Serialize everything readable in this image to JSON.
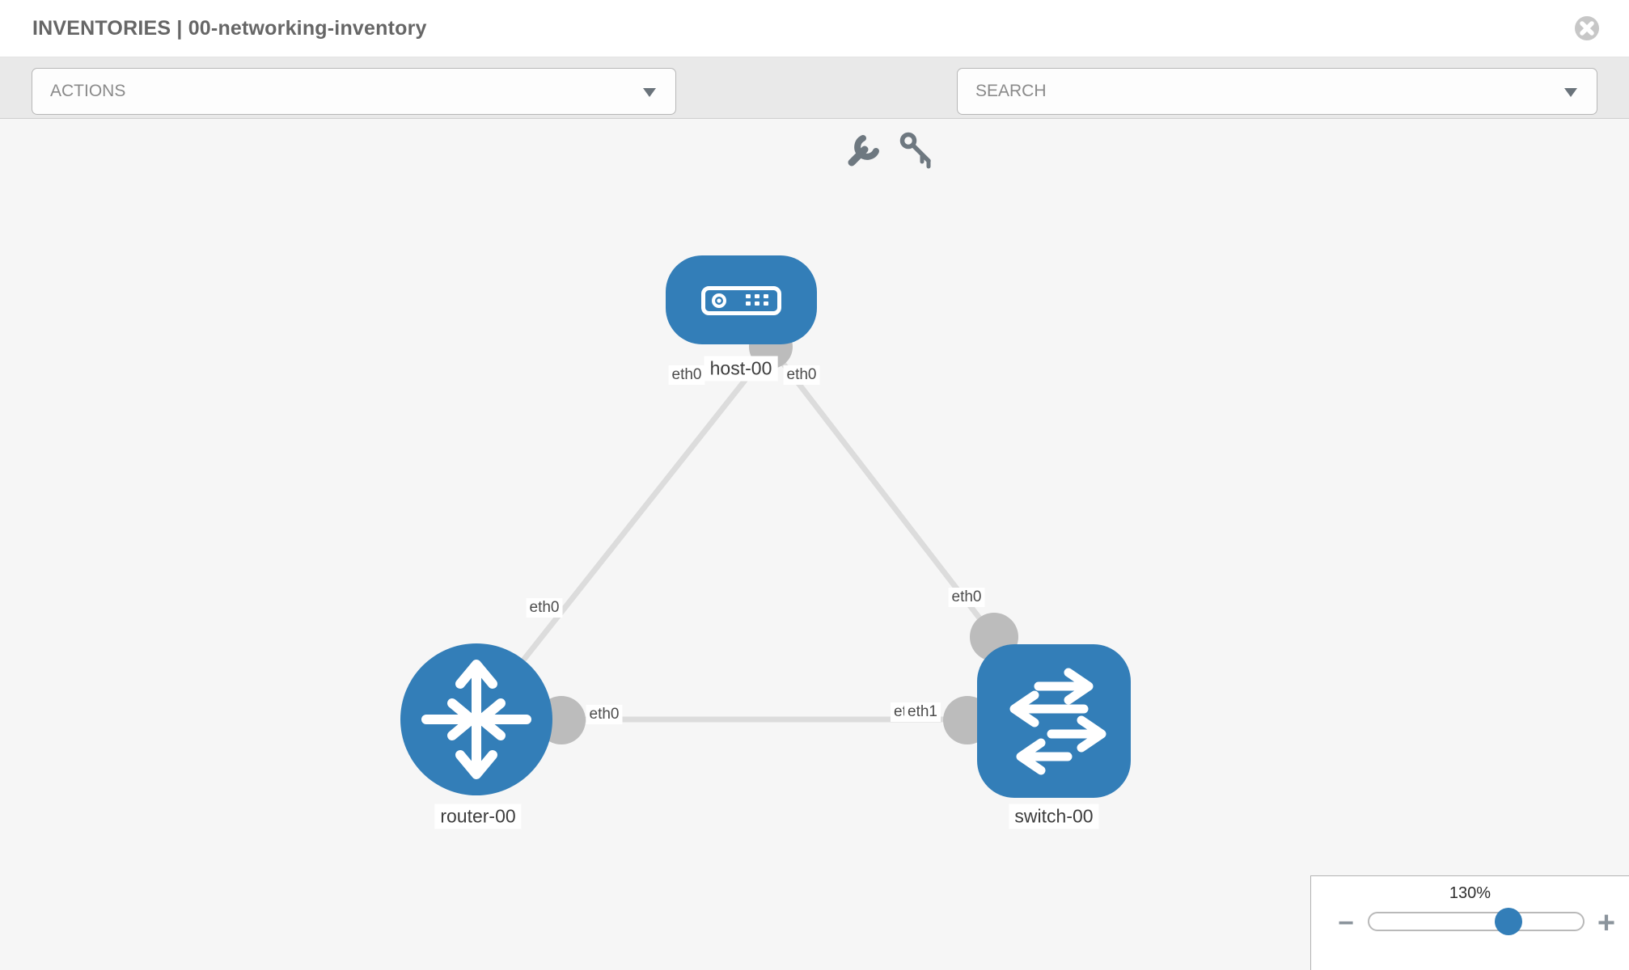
{
  "header": {
    "title": "INVENTORIES | 00-networking-inventory"
  },
  "toolbar": {
    "actions_label": "ACTIONS",
    "search_placeholder": "SEARCH",
    "icons": [
      "wrench-icon",
      "key-icon"
    ]
  },
  "topology": {
    "nodes": [
      {
        "id": "host-00",
        "label": "host-00",
        "type": "host",
        "shape": "rounded-rect"
      },
      {
        "id": "router-00",
        "label": "router-00",
        "type": "router",
        "shape": "circle"
      },
      {
        "id": "switch-00",
        "label": "switch-00",
        "type": "switch",
        "shape": "rounded-square"
      }
    ],
    "links": [
      {
        "from": "host-00",
        "from_interface": "eth0",
        "to": "router-00",
        "to_interface": "eth0"
      },
      {
        "from": "host-00",
        "from_interface": "eth0",
        "to": "switch-00",
        "to_interface": "eth0"
      },
      {
        "from": "router-00",
        "from_interface": "eth0",
        "to": "switch-00",
        "to_interface": "eth1",
        "to_interface_overlapped": "eth0"
      }
    ]
  },
  "zoom": {
    "level": "130%",
    "minus": "−",
    "plus": "+",
    "slider_percent": 64
  },
  "colors": {
    "node_fill": "#337eb8",
    "link": "#dcdcdc",
    "interface_dot": "#bcbcbc",
    "canvas_bg": "#f6f6f6",
    "toolbar_bg": "#e9e9e9",
    "title_text": "#666666",
    "icon_gray": "#6e7880"
  }
}
